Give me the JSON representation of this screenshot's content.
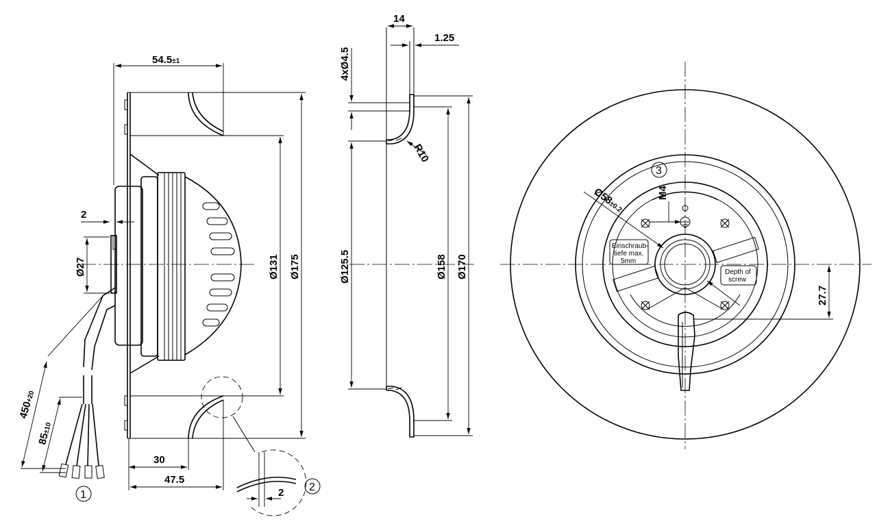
{
  "dims": {
    "width": "54.5",
    "width_tol": "±1",
    "gap": "2",
    "d27": "Ø27",
    "d131": "Ø131",
    "d175": "Ø175",
    "d30": "30",
    "d47": "47.5",
    "cable_len": "450",
    "cable_tol": "+20",
    "strip_len": "85",
    "strip_tol": "±10",
    "detail_2": "2",
    "flange_w": "14",
    "sheet_t": "1.25",
    "holes": "4xØ4.5",
    "radius": "R10",
    "d125": "Ø125.5",
    "d158": "Ø158",
    "d170": "Ø170",
    "d58": "Ø58",
    "d58_tol": "±0.2",
    "thread": "M4",
    "offset": "27.7"
  },
  "notes": {
    "depth_de_1": "Einschraub-",
    "depth_de_2": "tiefe max.",
    "depth_de_3": "5mm",
    "depth_en_1": "Depth of",
    "depth_en_2": "screw"
  },
  "bubbles": {
    "one": "1",
    "two": "2",
    "three": "3"
  }
}
